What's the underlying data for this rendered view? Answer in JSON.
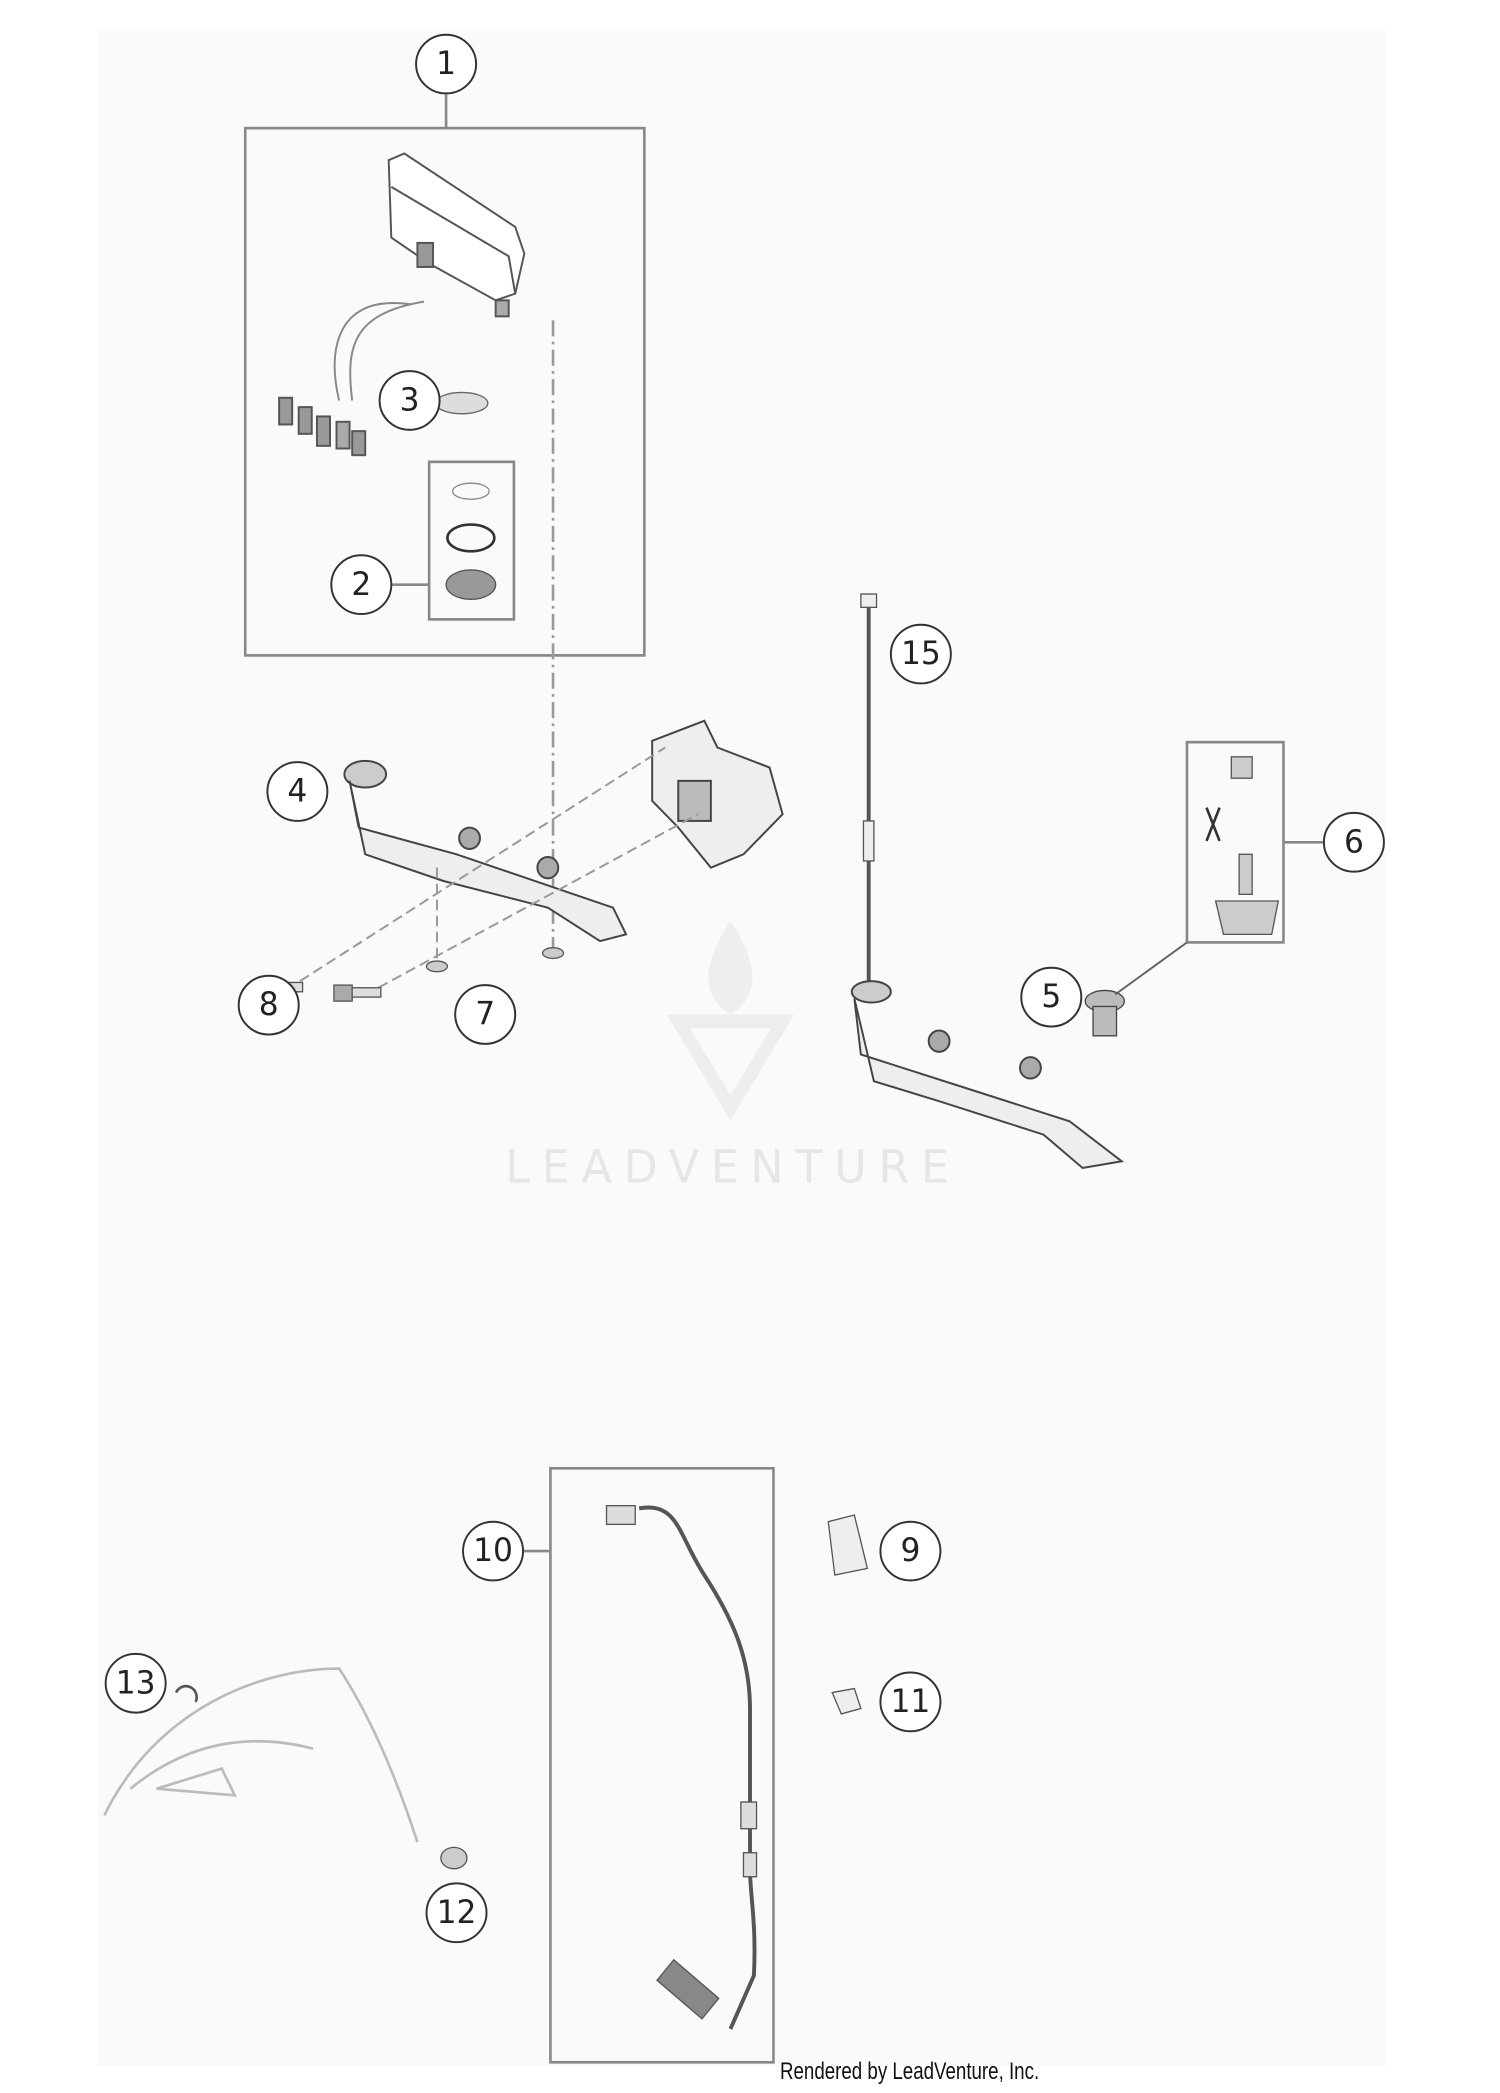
{
  "diagram": {
    "callouts": [
      {
        "id": "1",
        "label": "1"
      },
      {
        "id": "2",
        "label": "2"
      },
      {
        "id": "3",
        "label": "3"
      },
      {
        "id": "4",
        "label": "4"
      },
      {
        "id": "5",
        "label": "5"
      },
      {
        "id": "6",
        "label": "6"
      },
      {
        "id": "7",
        "label": "7"
      },
      {
        "id": "8",
        "label": "8"
      },
      {
        "id": "9",
        "label": "9"
      },
      {
        "id": "10",
        "label": "10"
      },
      {
        "id": "11",
        "label": "11"
      },
      {
        "id": "12",
        "label": "12"
      },
      {
        "id": "13",
        "label": "13"
      },
      {
        "id": "15",
        "label": "15"
      }
    ],
    "watermark": "LEADVENTURE",
    "caption": "Rendered by LeadVenture, Inc.",
    "colors": {
      "panel": "#fafafa",
      "line": "#888888",
      "part": "#666666",
      "watermark": "#e4e4e4"
    }
  }
}
